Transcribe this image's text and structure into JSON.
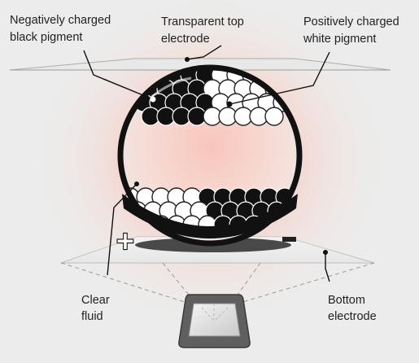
{
  "labels": {
    "negative_pigment": [
      "Negatively charged",
      "black pigment"
    ],
    "top_electrode": [
      "Transparent top",
      "electrode"
    ],
    "positive_pigment": [
      "Positively charged",
      "white pigment"
    ],
    "fluid": [
      "Clear",
      "fluid"
    ],
    "bottom_electrode": [
      "Bottom",
      "electrode"
    ]
  },
  "symbols": {
    "plus": "+",
    "minus": "−"
  },
  "colors": {
    "background": "#ececec",
    "glow": "#f4b9ab",
    "black_pigment": "#111111",
    "white_pigment": "#ffffff",
    "capsule_ring": "#111111",
    "device_frame": "#5a5a5a"
  }
}
